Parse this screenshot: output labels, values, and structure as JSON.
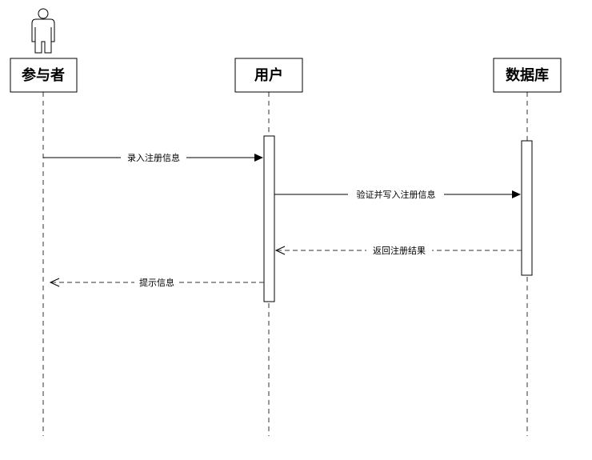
{
  "participants": [
    {
      "id": "actor",
      "label": "参与者",
      "is_actor": true
    },
    {
      "id": "user",
      "label": "用户",
      "is_actor": false
    },
    {
      "id": "db",
      "label": "数据库",
      "is_actor": false
    }
  ],
  "messages": [
    {
      "from": "actor",
      "to": "user",
      "label": "录入注册信息",
      "kind": "sync"
    },
    {
      "from": "user",
      "to": "db",
      "label": "验证并写入注册信息",
      "kind": "sync"
    },
    {
      "from": "db",
      "to": "user",
      "label": "返回注册结果",
      "kind": "return"
    },
    {
      "from": "user",
      "to": "actor",
      "label": "提示信息",
      "kind": "return"
    }
  ]
}
